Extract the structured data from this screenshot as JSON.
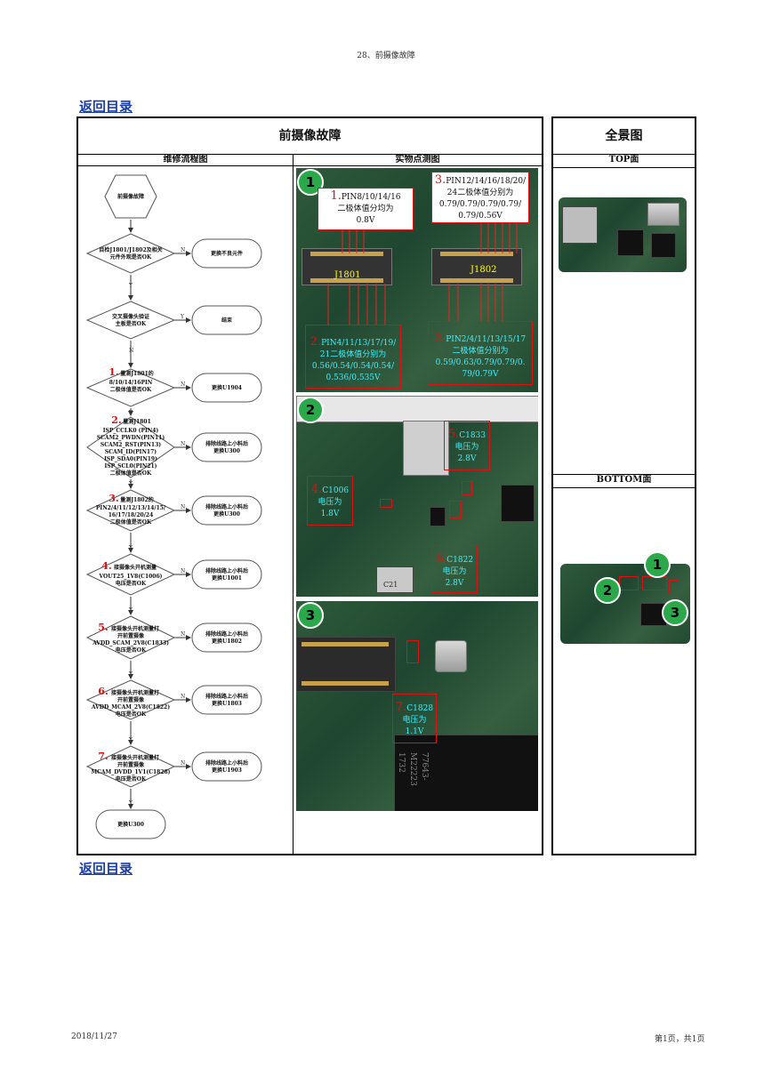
{
  "header": "28、前摄像故障",
  "back_link": "返回目录",
  "panel": {
    "title": "前摄像故障",
    "flow_header": "维修流程图",
    "photo_header": "实物点测图",
    "overview_title": "全景图",
    "top_label": "TOP面",
    "bottom_label": "BOTTOM面"
  },
  "flow": {
    "start": "前摄像故障",
    "d1": [
      "目检J1801/J1802及相关",
      "元件外观是否OK"
    ],
    "r1": "更换不良元件",
    "d2": [
      "交叉摄像头验证",
      "主板是否OK"
    ],
    "r2": "结束",
    "d3": [
      "1.",
      "量测J1801的",
      "8/10/14/16PIN",
      "二极体值是否OK"
    ],
    "r3": "更换U1904",
    "d4": [
      "2.",
      "量测J1801",
      "ISP_CCLK0 (PIN4)",
      "SCAM2_PWDN(PIN11)",
      "SCAM2_RST(PIN13)",
      "SCAM_ID(PIN17)",
      "ISP_SDA0(PIN19)",
      "ISP_SCL0(PIN21)",
      "二极体值是否OK"
    ],
    "r4": [
      "排除线路上小料后",
      "更换U300"
    ],
    "d5": [
      "3.",
      "量测J1802的",
      "PIN2/4/11/12/13/14/15/",
      "16/17/18/20/24",
      "二极体值是否OK"
    ],
    "r5": [
      "排除线路上小料后",
      "更换U300"
    ],
    "d6": [
      "4.",
      "接摄像头开机测量",
      "VOUT25_1V8(C1006)",
      "电压是否OK"
    ],
    "r6": [
      "排除线路上小料后",
      "更换U1001"
    ],
    "d7": [
      "5.",
      "接摄像头开机测量打",
      "开前置摄像",
      "AVDD_SCAM_2V8(C1833)",
      "电压是否OK"
    ],
    "r7": [
      "排除线路上小料后",
      "更换U1802"
    ],
    "d8": [
      "6.",
      "接摄像头开机测量打",
      "开前置摄像",
      "AVDD_MCAM_2V8(C1822)",
      "电压是否OK"
    ],
    "r8": [
      "排除线路上小料后",
      "更换U1803"
    ],
    "d9": [
      "7.",
      "接摄像头开机测量打",
      "开前置摄像",
      "MCAM_DVDD_1V1(C1828)",
      "电压是否OK"
    ],
    "r9": [
      "排除线路上小料后",
      "更换U1903"
    ],
    "end": "更换U300",
    "yes": "Y",
    "no": "N"
  },
  "photos": {
    "p1": {
      "badge": "1",
      "n1": "1.",
      "t1": [
        "PIN8/10/14/16",
        "二极体值分均为",
        "0.8V"
      ],
      "n3": "3.",
      "t3": [
        "PIN12/14/16/18/20/",
        "24二极体值分别为",
        "0.79/0.79/0.79/0.79/",
        "0.79/0.56V"
      ],
      "j1": "J1801",
      "j2": "J1802",
      "n2": "2.",
      "t2": [
        "PIN4/11/13/17/19/",
        "21二极体值分别为",
        "0.56/0.54/0.54/0.54/",
        "0.536/0.535V"
      ],
      "n3b": "3.",
      "t3b": [
        "PIN2/4/11/13/15/17",
        "二极体值分别为",
        "0.59/0.63/0.79/0.79/0.",
        "79/0.79V"
      ]
    },
    "p2": {
      "badge": "2",
      "n5": "5.",
      "t5": [
        "C1833",
        "电压为",
        "2.8V"
      ],
      "n4": "4.",
      "t4": [
        "C1006",
        "电压为",
        "1.8V"
      ],
      "n6": "6.",
      "t6": [
        "C1822",
        "电压为",
        "2.8V"
      ],
      "chip_text": "C21"
    },
    "p3": {
      "badge": "3",
      "n7": "7.",
      "t7": [
        "C1828",
        "电压为",
        "1.1V"
      ],
      "chip_text": [
        "77643-",
        "M22223",
        "1732"
      ]
    }
  },
  "overview": {
    "bottom_badges": [
      "1",
      "2",
      "3"
    ]
  },
  "footer": {
    "date": "2018/11/27",
    "page": "第1页，共1页"
  }
}
